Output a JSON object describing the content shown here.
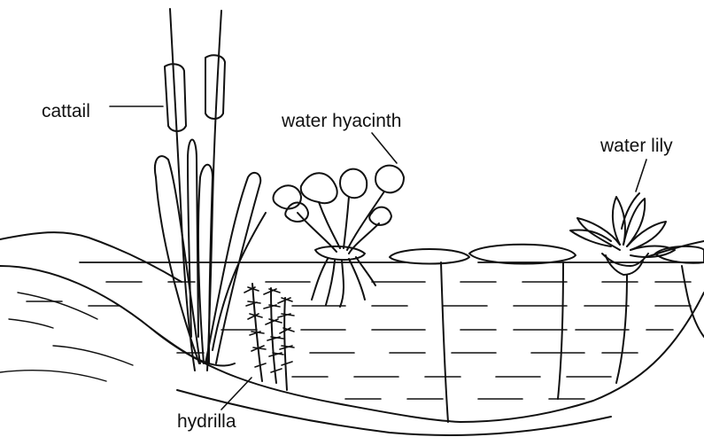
{
  "labels": {
    "cattail": "cattail",
    "water_hyacinth": "water hyacinth",
    "water_lily": "water lily",
    "hydrilla": "hydrilla"
  },
  "colors": {
    "ink": "#111111",
    "background": "#ffffff"
  }
}
